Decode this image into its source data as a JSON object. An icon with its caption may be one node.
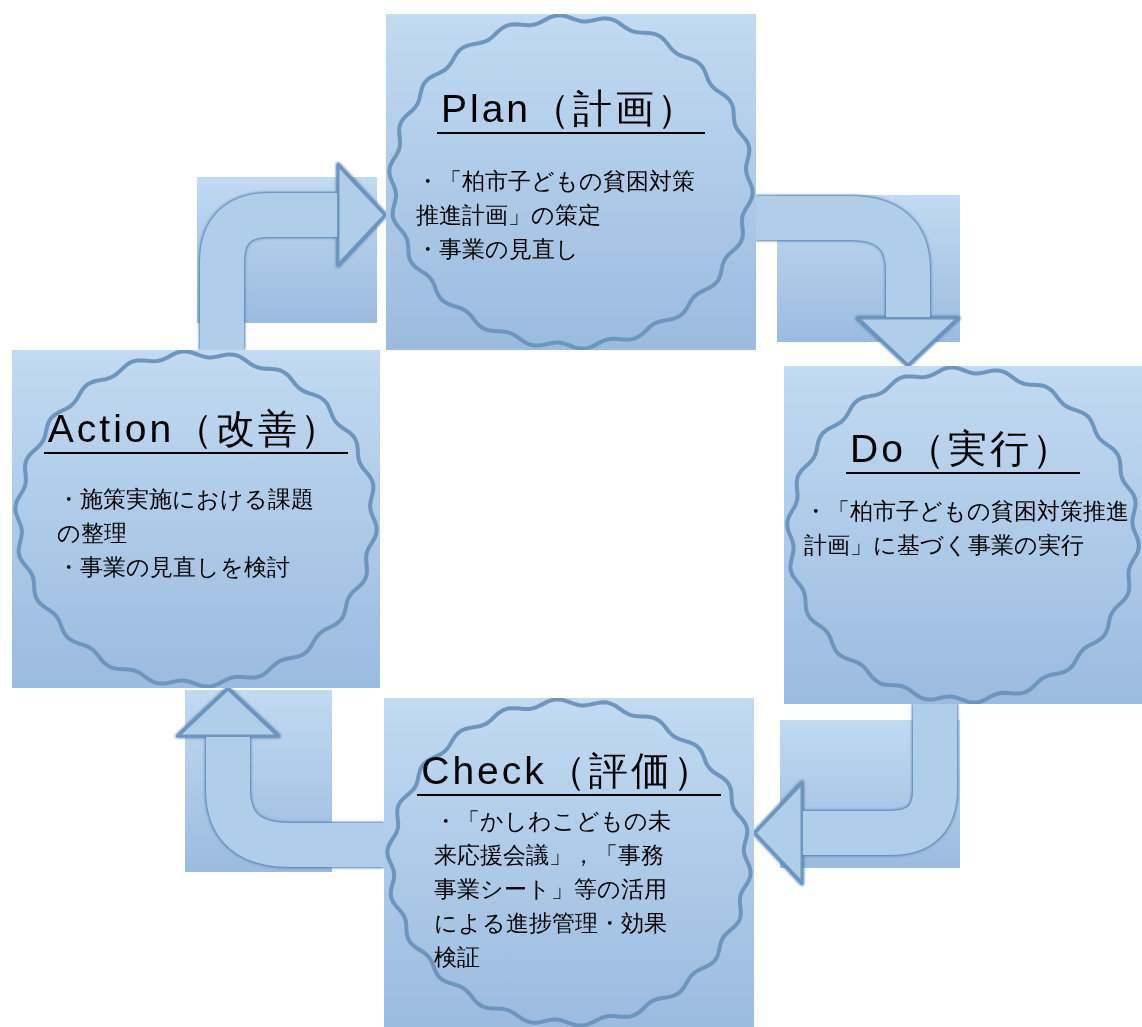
{
  "diagram": {
    "nodes": [
      {
        "text": [
          "Plan（計画）",
          "・「柏市子どもの貧困対策推進計画」の策定",
          "・事業の見直し"
        ]
      },
      {
        "text": [
          "Do（実行）",
          "・「柏市子どもの貧困対策推進計画」に基づく事業の実行"
        ]
      },
      {
        "text": [
          "Check（評価）",
          "・「かしわこどもの未来応援会議」，「事務事業シート」等の活用による進捗管理・効果検証"
        ]
      },
      {
        "text": [
          "Action（改善）",
          "・施策実施における課題の整理",
          "・事業の見直しを検討"
        ]
      }
    ],
    "edges": [
      {
        "from": 0,
        "to": 1,
        "arrow": "to"
      },
      {
        "from": 1,
        "to": 2,
        "arrow": "to"
      },
      {
        "from": 2,
        "to": 3,
        "arrow": "to"
      },
      {
        "from": 3,
        "to": 0,
        "arrow": "to"
      }
    ]
  }
}
